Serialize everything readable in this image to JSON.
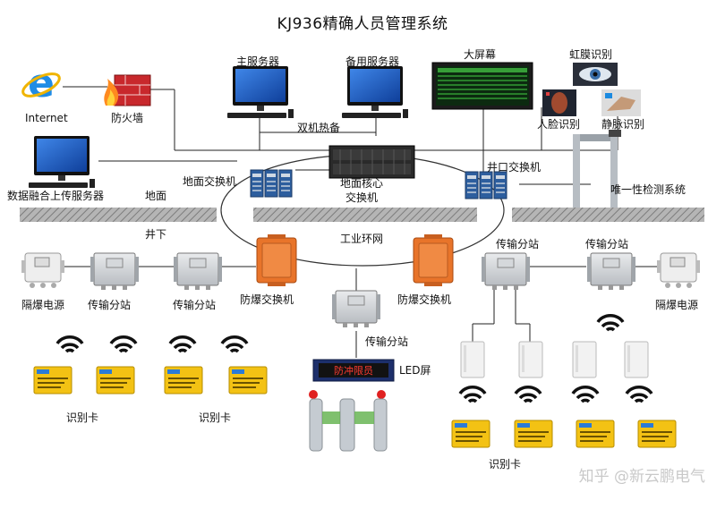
{
  "title": "KJ936精确人员管理系统",
  "labels": {
    "internet": "Internet",
    "firewall": "防火墙",
    "main_server": "主服务器",
    "backup_server": "备用服务器",
    "hot_standby": "双机热备",
    "big_screen": "大屏幕",
    "iris": "虹膜识别",
    "face": "人脸识别",
    "vein": "静脉识别",
    "data_server": "数据融合上传服务器",
    "surface_switch": "地面交换机",
    "core_switch_1": "地面核心",
    "core_switch_2": "交换机",
    "shaft_switch": "井口交换机",
    "unique_detect": "唯一性检测系统",
    "ground": "地面",
    "underground": "井下",
    "ring": "工业环网",
    "trans_1": "传输分站",
    "trans_2": "传输分站",
    "trans_3": "传输分站",
    "trans_4": "传输分站",
    "trans_5": "传输分站",
    "power_left": "隔爆电源",
    "power_right": "隔爆电源",
    "ex_switch_left": "防爆交换机",
    "ex_switch_right": "防爆交换机",
    "led_screen": "LED屏",
    "led_text": "防冲限员",
    "card_1": "识别卡",
    "card_2": "识别卡",
    "card_3": "识别卡"
  },
  "watermark": "知乎 @新云鹏电气",
  "colors": {
    "line": "#222222",
    "ground_bar": "#a9a9a9",
    "explosion_orange": "#e8742a",
    "card_yellow": "#f3c214",
    "led_red": "#ff3b30",
    "screen_blue": "#1a5cc8"
  }
}
